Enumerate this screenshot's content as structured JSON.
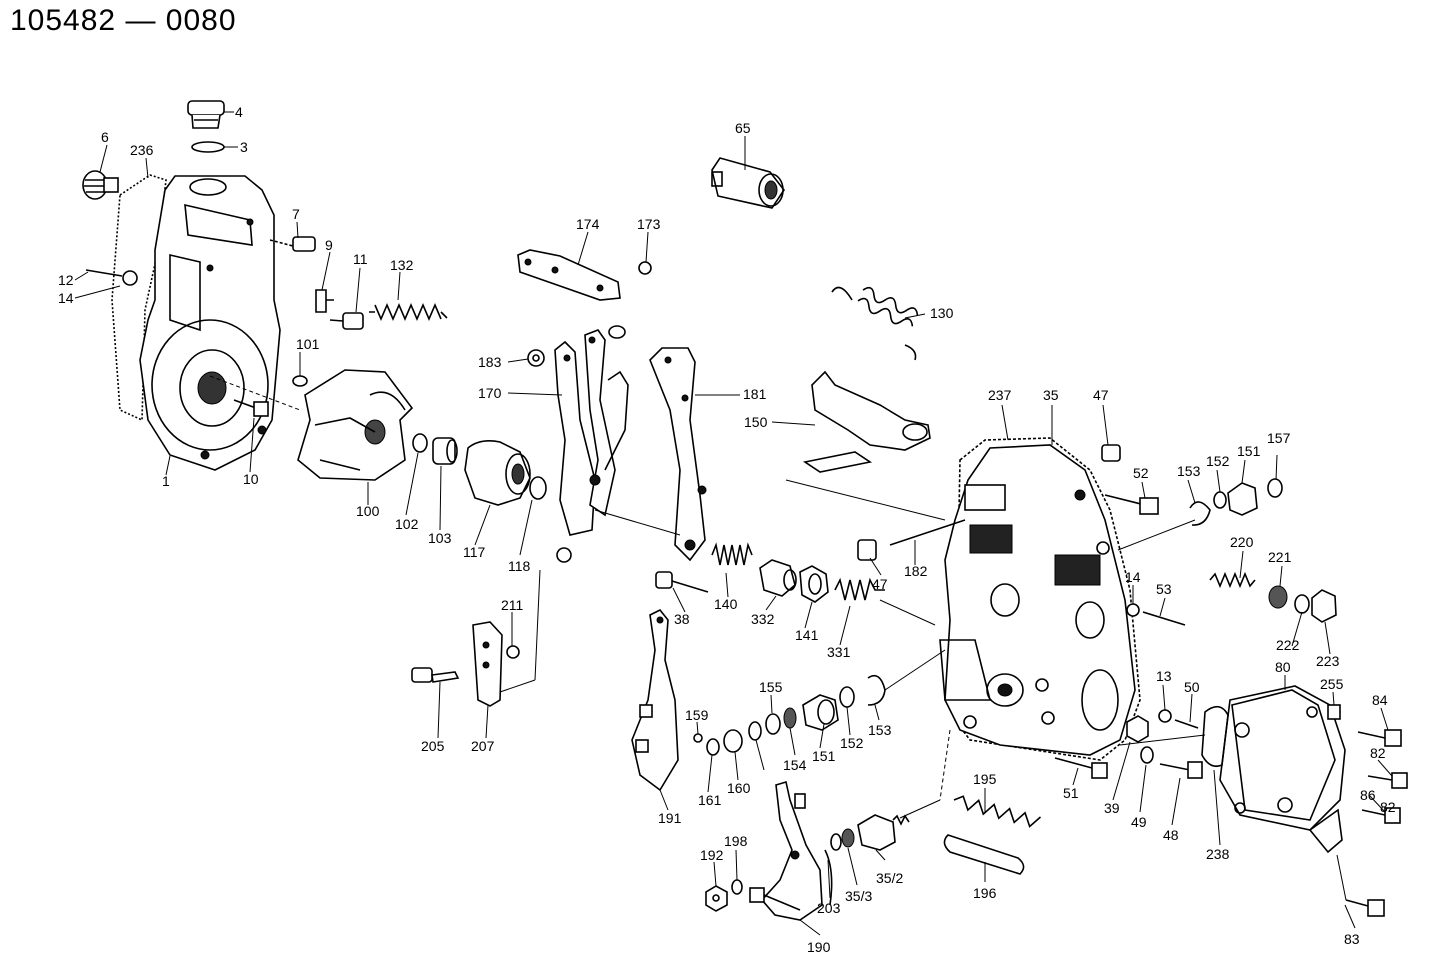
{
  "title": "105482 — 0080",
  "callouts": [
    {
      "id": "c4",
      "text": "4"
    },
    {
      "id": "c3",
      "text": "3"
    },
    {
      "id": "c6",
      "text": "6"
    },
    {
      "id": "c236",
      "text": "236"
    },
    {
      "id": "c7",
      "text": "7"
    },
    {
      "id": "c9",
      "text": "9"
    },
    {
      "id": "c11",
      "text": "11"
    },
    {
      "id": "c132",
      "text": "132"
    },
    {
      "id": "c12",
      "text": "12"
    },
    {
      "id": "c14a",
      "text": "14"
    },
    {
      "id": "c101",
      "text": "101"
    },
    {
      "id": "c1",
      "text": "1"
    },
    {
      "id": "c10",
      "text": "10"
    },
    {
      "id": "c100",
      "text": "100"
    },
    {
      "id": "c102",
      "text": "102"
    },
    {
      "id": "c103",
      "text": "103"
    },
    {
      "id": "c117",
      "text": "117"
    },
    {
      "id": "c118",
      "text": "118"
    },
    {
      "id": "c65",
      "text": "65"
    },
    {
      "id": "c174",
      "text": "174"
    },
    {
      "id": "c173",
      "text": "173"
    },
    {
      "id": "c130",
      "text": "130"
    },
    {
      "id": "c183",
      "text": "183"
    },
    {
      "id": "c170",
      "text": "170"
    },
    {
      "id": "c181",
      "text": "181"
    },
    {
      "id": "c150",
      "text": "150"
    },
    {
      "id": "c237",
      "text": "237"
    },
    {
      "id": "c35",
      "text": "35"
    },
    {
      "id": "c47a",
      "text": "47"
    },
    {
      "id": "c52",
      "text": "52"
    },
    {
      "id": "c153a",
      "text": "153"
    },
    {
      "id": "c152a",
      "text": "152"
    },
    {
      "id": "c151a",
      "text": "151"
    },
    {
      "id": "c157",
      "text": "157"
    },
    {
      "id": "c47b",
      "text": "47"
    },
    {
      "id": "c182",
      "text": "182"
    },
    {
      "id": "c14b",
      "text": "14"
    },
    {
      "id": "c53",
      "text": "53"
    },
    {
      "id": "c220",
      "text": "220"
    },
    {
      "id": "c221",
      "text": "221"
    },
    {
      "id": "c222",
      "text": "222"
    },
    {
      "id": "c223",
      "text": "223"
    },
    {
      "id": "c38",
      "text": "38"
    },
    {
      "id": "c140",
      "text": "140"
    },
    {
      "id": "c332",
      "text": "332"
    },
    {
      "id": "c141",
      "text": "141"
    },
    {
      "id": "c331",
      "text": "331"
    },
    {
      "id": "c211",
      "text": "211"
    },
    {
      "id": "c205",
      "text": "205"
    },
    {
      "id": "c207",
      "text": "207"
    },
    {
      "id": "c155",
      "text": "155"
    },
    {
      "id": "c159",
      "text": "159"
    },
    {
      "id": "c161",
      "text": "161"
    },
    {
      "id": "c160",
      "text": "160"
    },
    {
      "id": "c154",
      "text": "154"
    },
    {
      "id": "c151b",
      "text": "151"
    },
    {
      "id": "c152b",
      "text": "152"
    },
    {
      "id": "c153b",
      "text": "153"
    },
    {
      "id": "c191",
      "text": "191"
    },
    {
      "id": "c13",
      "text": "13"
    },
    {
      "id": "c50",
      "text": "50"
    },
    {
      "id": "c80",
      "text": "80"
    },
    {
      "id": "c255",
      "text": "255"
    },
    {
      "id": "c84",
      "text": "84"
    },
    {
      "id": "c82a",
      "text": "82"
    },
    {
      "id": "c82b",
      "text": "82"
    },
    {
      "id": "c86",
      "text": "86"
    },
    {
      "id": "c51",
      "text": "51"
    },
    {
      "id": "c39",
      "text": "39"
    },
    {
      "id": "c49",
      "text": "49"
    },
    {
      "id": "c48",
      "text": "48"
    },
    {
      "id": "c238",
      "text": "238"
    },
    {
      "id": "c195",
      "text": "195"
    },
    {
      "id": "c196",
      "text": "196"
    },
    {
      "id": "c192",
      "text": "192"
    },
    {
      "id": "c198",
      "text": "198"
    },
    {
      "id": "c203",
      "text": "203"
    },
    {
      "id": "c35_3",
      "text": "35/3"
    },
    {
      "id": "c35_2",
      "text": "35/2"
    },
    {
      "id": "c190",
      "text": "190"
    },
    {
      "id": "c83",
      "text": "83"
    }
  ]
}
